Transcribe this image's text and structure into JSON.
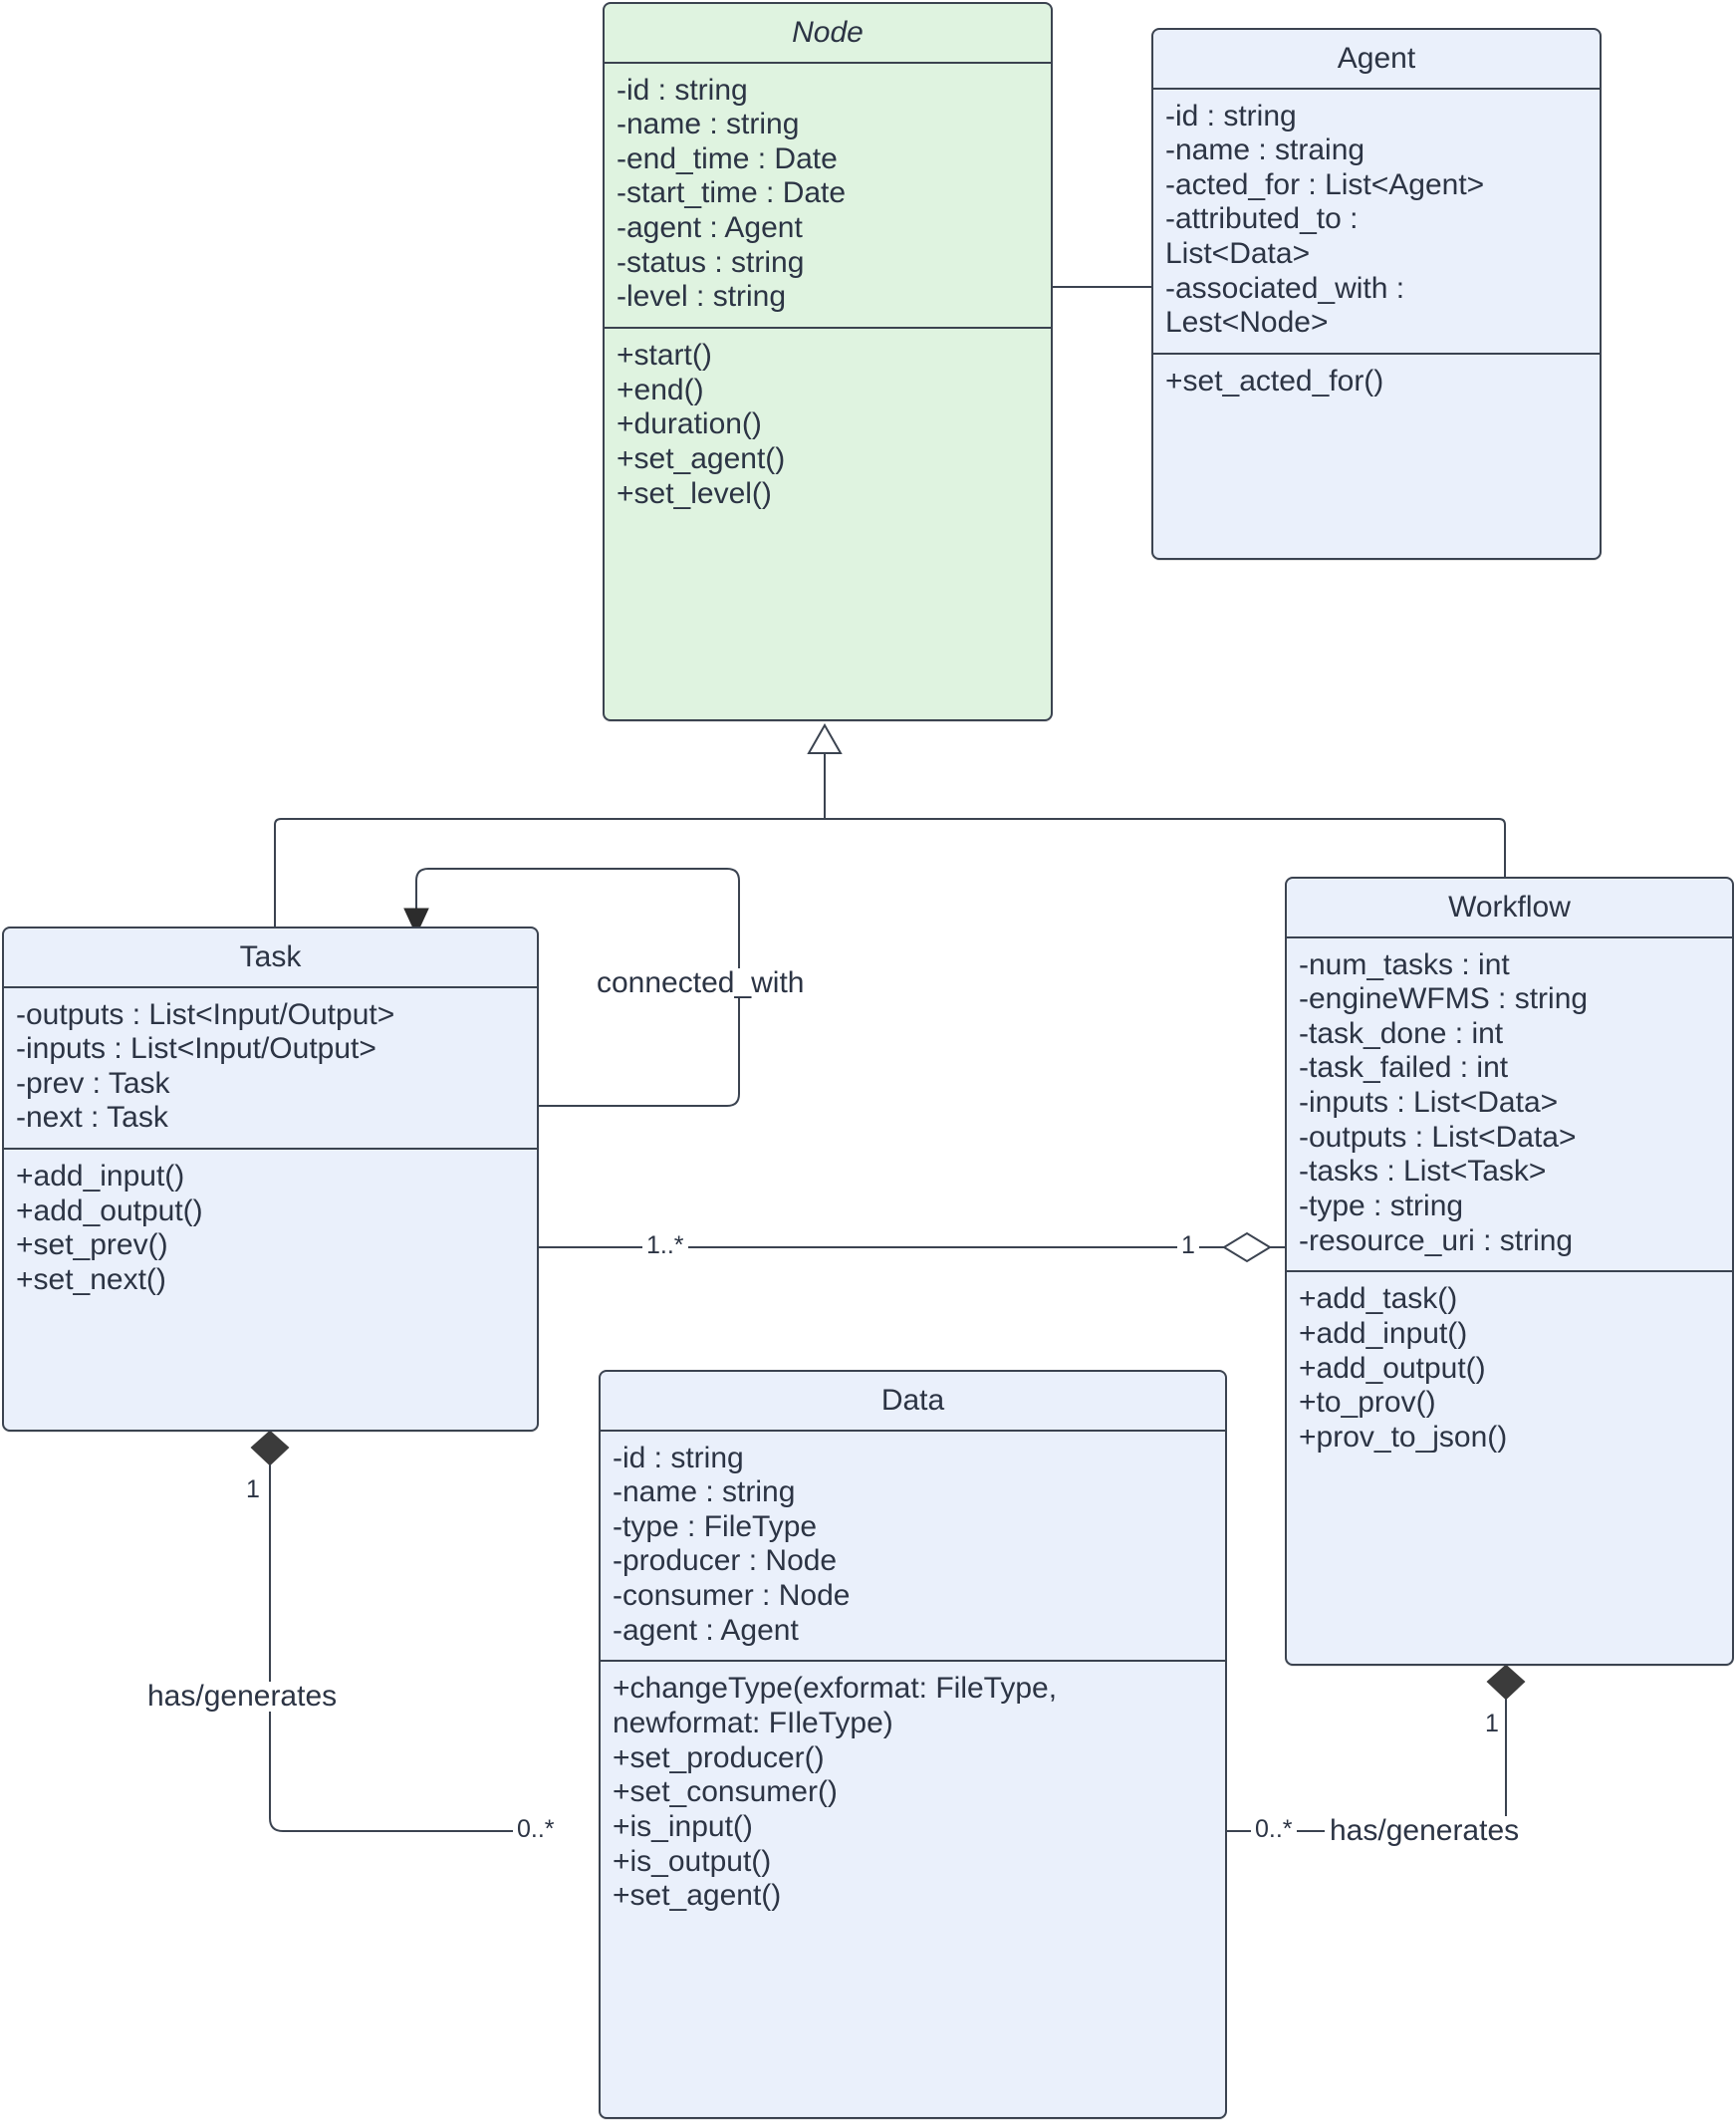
{
  "diagram": {
    "type": "uml-class-diagram",
    "palette": {
      "abstract_fill": "#dff3e0",
      "concrete_fill": "#eaf0fb",
      "border": "#3b4350",
      "text": "#2c3444",
      "background": "#ffffff"
    }
  },
  "classes": {
    "node": {
      "name": "Node",
      "abstract": true,
      "attributes": [
        "-id : string",
        "-name : string",
        "-end_time : Date",
        "-start_time : Date",
        "-agent : Agent",
        "-status : string",
        "-level : string"
      ],
      "methods": [
        "+start()",
        "+end()",
        "+duration()",
        "+set_agent()",
        "+set_level()"
      ]
    },
    "agent": {
      "name": "Agent",
      "abstract": false,
      "attributes": [
        "-id : string",
        "-name : straing",
        "-acted_for : List<Agent>",
        "-attributed_to :\nList<Data>",
        "-associated_with :\nLest<Node>"
      ],
      "methods": [
        "+set_acted_for()"
      ]
    },
    "task": {
      "name": "Task",
      "abstract": false,
      "attributes": [
        "-outputs : List<Input/Output>",
        "-inputs : List<Input/Output>",
        "-prev : Task",
        "-next : Task"
      ],
      "methods": [
        "+add_input()",
        "+add_output()",
        "+set_prev()",
        "+set_next()"
      ]
    },
    "workflow": {
      "name": "Workflow",
      "abstract": false,
      "attributes": [
        "-num_tasks : int",
        "-engineWFMS : string",
        "-task_done : int",
        "-task_failed : int",
        "-inputs : List<Data>",
        "-outputs : List<Data>",
        "-tasks : List<Task>",
        "-type : string",
        "-resource_uri : string"
      ],
      "methods": [
        "+add_task()",
        "+add_input()",
        "+add_output()",
        "+to_prov()",
        "+prov_to_json()"
      ]
    },
    "data": {
      "name": "Data",
      "abstract": false,
      "attributes": [
        "-id : string",
        "-name : string",
        "-type : FileType",
        "-producer : Node",
        "-consumer : Node",
        "-agent : Agent"
      ],
      "methods": [
        "+changeType(exformat: FileType,\nnewformat: FIleType)",
        "+set_producer()",
        "+set_consumer()",
        "+is_input()",
        "+is_output()",
        "+set_agent()"
      ]
    }
  },
  "relationships": {
    "node_agent": {
      "kind": "association",
      "from": "Node",
      "to": "Agent",
      "label": "",
      "source_multiplicity": "",
      "target_multiplicity": ""
    },
    "task_generalizes_node": {
      "kind": "generalization",
      "from": "Task",
      "to": "Node",
      "label": ""
    },
    "workflow_generalizes_node": {
      "kind": "generalization",
      "from": "Workflow",
      "to": "Node",
      "label": ""
    },
    "task_self_loop": {
      "kind": "directed-association",
      "from": "Task",
      "to": "Task",
      "label": "connected_with"
    },
    "workflow_aggregates_task": {
      "kind": "aggregation",
      "from": "Workflow",
      "to": "Task",
      "label": "",
      "task_multiplicity": "1..*",
      "workflow_multiplicity": "1"
    },
    "task_composes_data": {
      "kind": "composition",
      "from": "Task",
      "to": "Data",
      "label": "has/generates",
      "task_multiplicity": "1",
      "data_multiplicity": "0..*"
    },
    "workflow_composes_data": {
      "kind": "composition",
      "from": "Workflow",
      "to": "Data",
      "label": "has/generates",
      "workflow_multiplicity": "1",
      "data_multiplicity": "0..*"
    }
  }
}
